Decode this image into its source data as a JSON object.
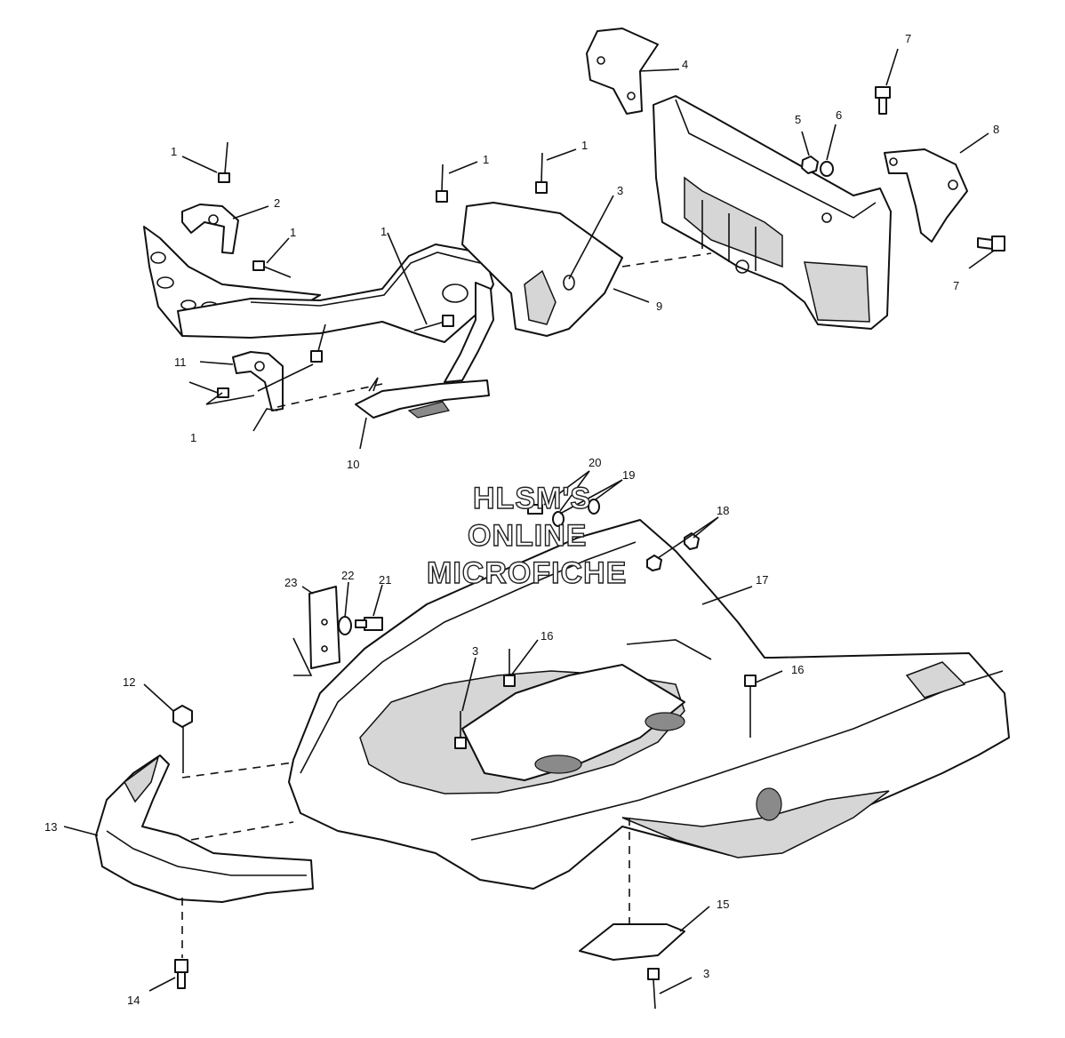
{
  "watermark": [
    "HLSM'S",
    "ONLINE",
    "MICROFICHE"
  ],
  "callouts": [
    {
      "id": "c1a",
      "text": "1"
    },
    {
      "id": "c2",
      "text": "2"
    },
    {
      "id": "c1b",
      "text": "1"
    },
    {
      "id": "c1c",
      "text": "1"
    },
    {
      "id": "c1d",
      "text": "1"
    },
    {
      "id": "c1e",
      "text": "1"
    },
    {
      "id": "c11",
      "text": "11"
    },
    {
      "id": "c1f",
      "text": "1"
    },
    {
      "id": "c10",
      "text": "10"
    },
    {
      "id": "c3a",
      "text": "3"
    },
    {
      "id": "c9",
      "text": "9"
    },
    {
      "id": "c4",
      "text": "4"
    },
    {
      "id": "c5",
      "text": "5"
    },
    {
      "id": "c6",
      "text": "6"
    },
    {
      "id": "c7a",
      "text": "7"
    },
    {
      "id": "c8",
      "text": "8"
    },
    {
      "id": "c7b",
      "text": "7"
    },
    {
      "id": "c20",
      "text": "20"
    },
    {
      "id": "c19",
      "text": "19"
    },
    {
      "id": "c18",
      "text": "18"
    },
    {
      "id": "c17",
      "text": "17"
    },
    {
      "id": "c23",
      "text": "23"
    },
    {
      "id": "c22",
      "text": "22"
    },
    {
      "id": "c21",
      "text": "21"
    },
    {
      "id": "c16a",
      "text": "16"
    },
    {
      "id": "c3b",
      "text": "3"
    },
    {
      "id": "c16b",
      "text": "16"
    },
    {
      "id": "c12",
      "text": "12"
    },
    {
      "id": "c13",
      "text": "13"
    },
    {
      "id": "c14",
      "text": "14"
    },
    {
      "id": "c15",
      "text": "15"
    },
    {
      "id": "c3c",
      "text": "3"
    }
  ]
}
